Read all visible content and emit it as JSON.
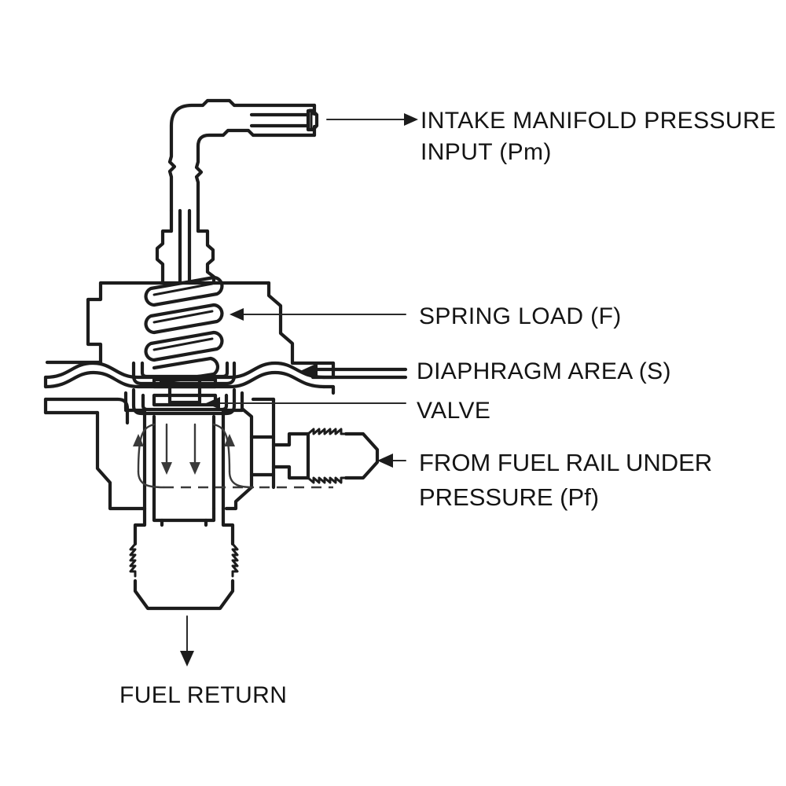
{
  "figure": {
    "title": "Fuel pressure regulator cross-section diagram",
    "background_color": "#FFFFFF",
    "line_color": "#1C1C1C"
  },
  "callouts": [
    {
      "id": "intake-manifold",
      "line1": "INTAKE MANIFOLD PRESSURE",
      "line2": "INPUT  (Pm)",
      "arrow_direction": "right",
      "target": "vacuum nipple tip"
    },
    {
      "id": "spring-load",
      "line1": "SPRING LOAD  (F)",
      "line2": "",
      "arrow_direction": "left",
      "target": "coil spring"
    },
    {
      "id": "diaphragm-area",
      "line1": "DIAPHRAGM AREA  (S)",
      "line2": "",
      "arrow_direction": "left",
      "target": "diaphragm"
    },
    {
      "id": "valve",
      "line1": "VALVE",
      "line2": "",
      "arrow_direction": "left",
      "target": "valve disc"
    },
    {
      "id": "fuel-rail",
      "line1": "FROM FUEL RAIL UNDER",
      "line2": "PRESSURE (Pf)",
      "arrow_direction": "left",
      "target": "fuel inlet fitting"
    },
    {
      "id": "fuel-return",
      "line1": "FUEL  RETURN",
      "line2": "",
      "arrow_direction": "down",
      "target": "return outlet fitting"
    }
  ],
  "symbols": {
    "spring_coil_count": 4,
    "flow_arrows": 4,
    "dashed_flow_line": true
  }
}
